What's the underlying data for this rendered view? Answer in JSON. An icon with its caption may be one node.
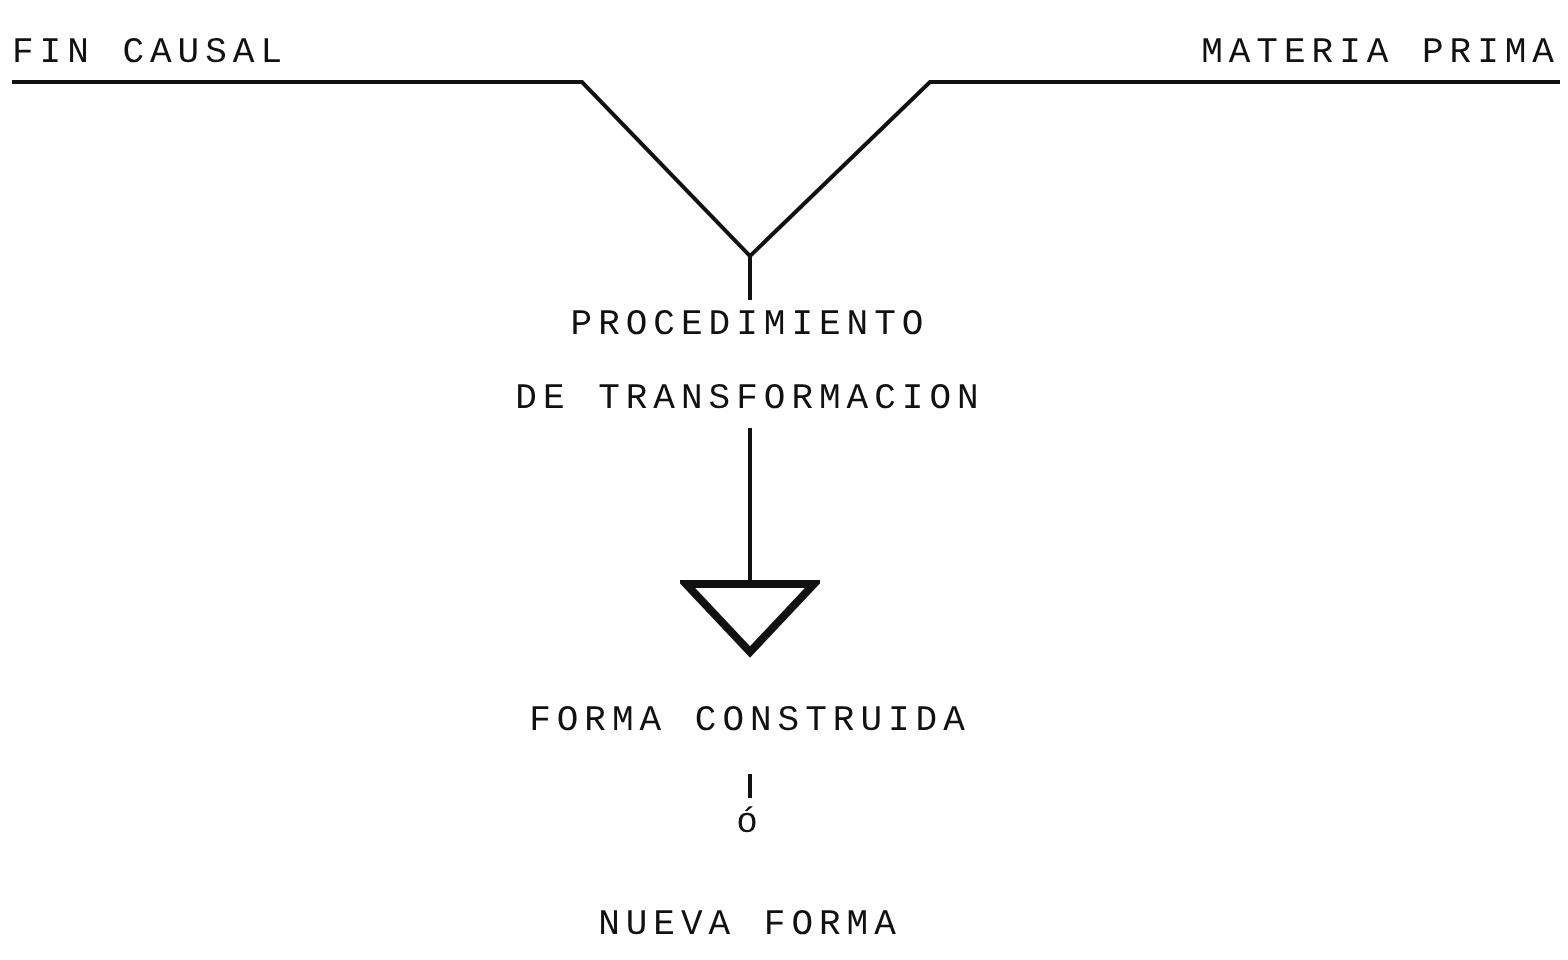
{
  "diagram": {
    "nodes": [
      {
        "text": [
          "FIN CAUSAL"
        ]
      },
      {
        "text": [
          "MATERIA PRIMA"
        ]
      },
      {
        "text": [
          "PROCEDIMIENTO",
          "DE TRANSFORMACION"
        ]
      },
      {
        "text": [
          "FORMA CONSTRUIDA",
          "ó",
          "NUEVA FORMA"
        ]
      }
    ],
    "edges": [
      {
        "from": 0,
        "to": 2,
        "arrow": "none"
      },
      {
        "from": 1,
        "to": 2,
        "arrow": "none"
      },
      {
        "from": 2,
        "to": 3,
        "arrow": "to"
      }
    ]
  }
}
